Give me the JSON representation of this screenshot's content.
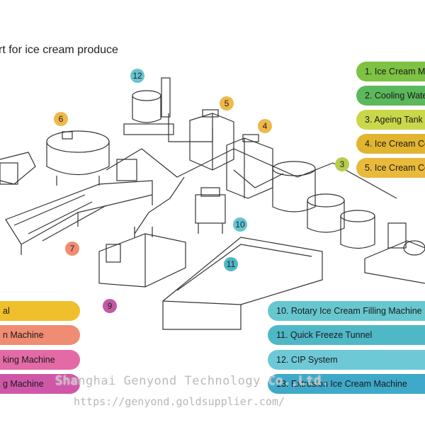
{
  "title": "rt for ice cream produce",
  "legend_right": [
    {
      "label": "1. Ice Cream M",
      "color": "#7dc242"
    },
    {
      "label": "2. Cooling Wate",
      "color": "#5cb85c"
    },
    {
      "label": "3. Ageing Tank",
      "color": "#c9d84a"
    },
    {
      "label": "4. Ice Cream Co",
      "color": "#e2b531"
    },
    {
      "label": "5. Ice Cream Co",
      "color": "#e9b93a"
    }
  ],
  "legend_left": [
    {
      "label": "al",
      "color": "#f0c02c"
    },
    {
      "label": "n Machine",
      "color": "#f08c72"
    },
    {
      "label": "king Machine",
      "color": "#e36aa6"
    },
    {
      "label": "g Machine",
      "color": "#cf57a8"
    }
  ],
  "legend_bottom": [
    {
      "label": "10. Rotary Ice Cream Filling Machine",
      "color": "#67c7cf"
    },
    {
      "label": "11. Quick Freeze Tunnel",
      "color": "#4fb8c6"
    },
    {
      "label": "12. CIP System",
      "color": "#6ec9d7"
    },
    {
      "label": "13. Extrusion Ice Cream Machine",
      "color": "#3fa9c9"
    }
  ],
  "markers": [
    {
      "num": "12",
      "color": "#66c5d2"
    },
    {
      "num": "6",
      "color": "#efb84a"
    },
    {
      "num": "5",
      "color": "#efb84a"
    },
    {
      "num": "4",
      "color": "#efb84a"
    },
    {
      "num": "3",
      "color": "#b9cc4c"
    },
    {
      "num": "7",
      "color": "#f08c72"
    },
    {
      "num": "10",
      "color": "#66c5d2"
    },
    {
      "num": "11",
      "color": "#4fb8c6"
    },
    {
      "num": "9",
      "color": "#c458a6"
    }
  ],
  "watermark": {
    "line1": "Shanghai Genyond Technology Co.,Ltd.",
    "line2": "https://genyond.goldsupplier.com/"
  }
}
